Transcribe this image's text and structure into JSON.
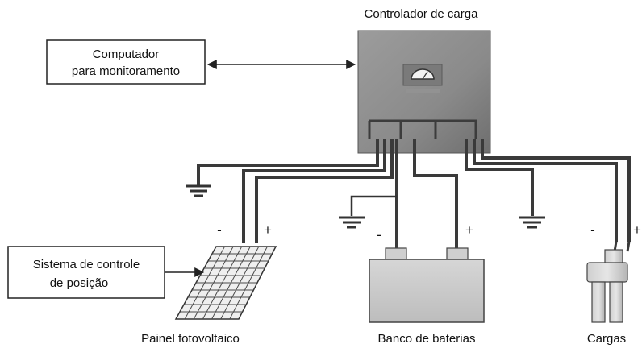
{
  "controller": {
    "title": "Controlador de carga"
  },
  "computer": {
    "line1": "Computador",
    "line2": "para monitoramento"
  },
  "position_control": {
    "line1": "Sistema de controle",
    "line2": "de posição"
  },
  "solar_panel": {
    "label": "Painel fotovoltaico",
    "minus": "-",
    "plus": "+"
  },
  "battery_bank": {
    "label": "Banco de baterias",
    "minus": "-",
    "plus": "+"
  },
  "loads": {
    "label": "Cargas",
    "minus": "-",
    "plus": "+"
  }
}
